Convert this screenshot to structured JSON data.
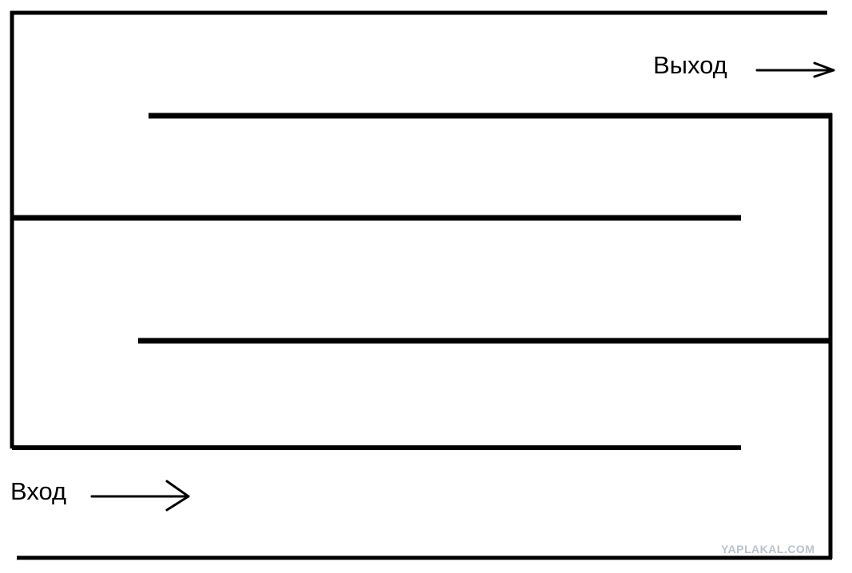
{
  "labels": {
    "exit": "Выход",
    "entry": "Вход"
  },
  "watermark": "YAPLAKAL.COM",
  "colors": {
    "line": "#000000",
    "background": "#ffffff",
    "watermark": "#b9c2cc"
  }
}
